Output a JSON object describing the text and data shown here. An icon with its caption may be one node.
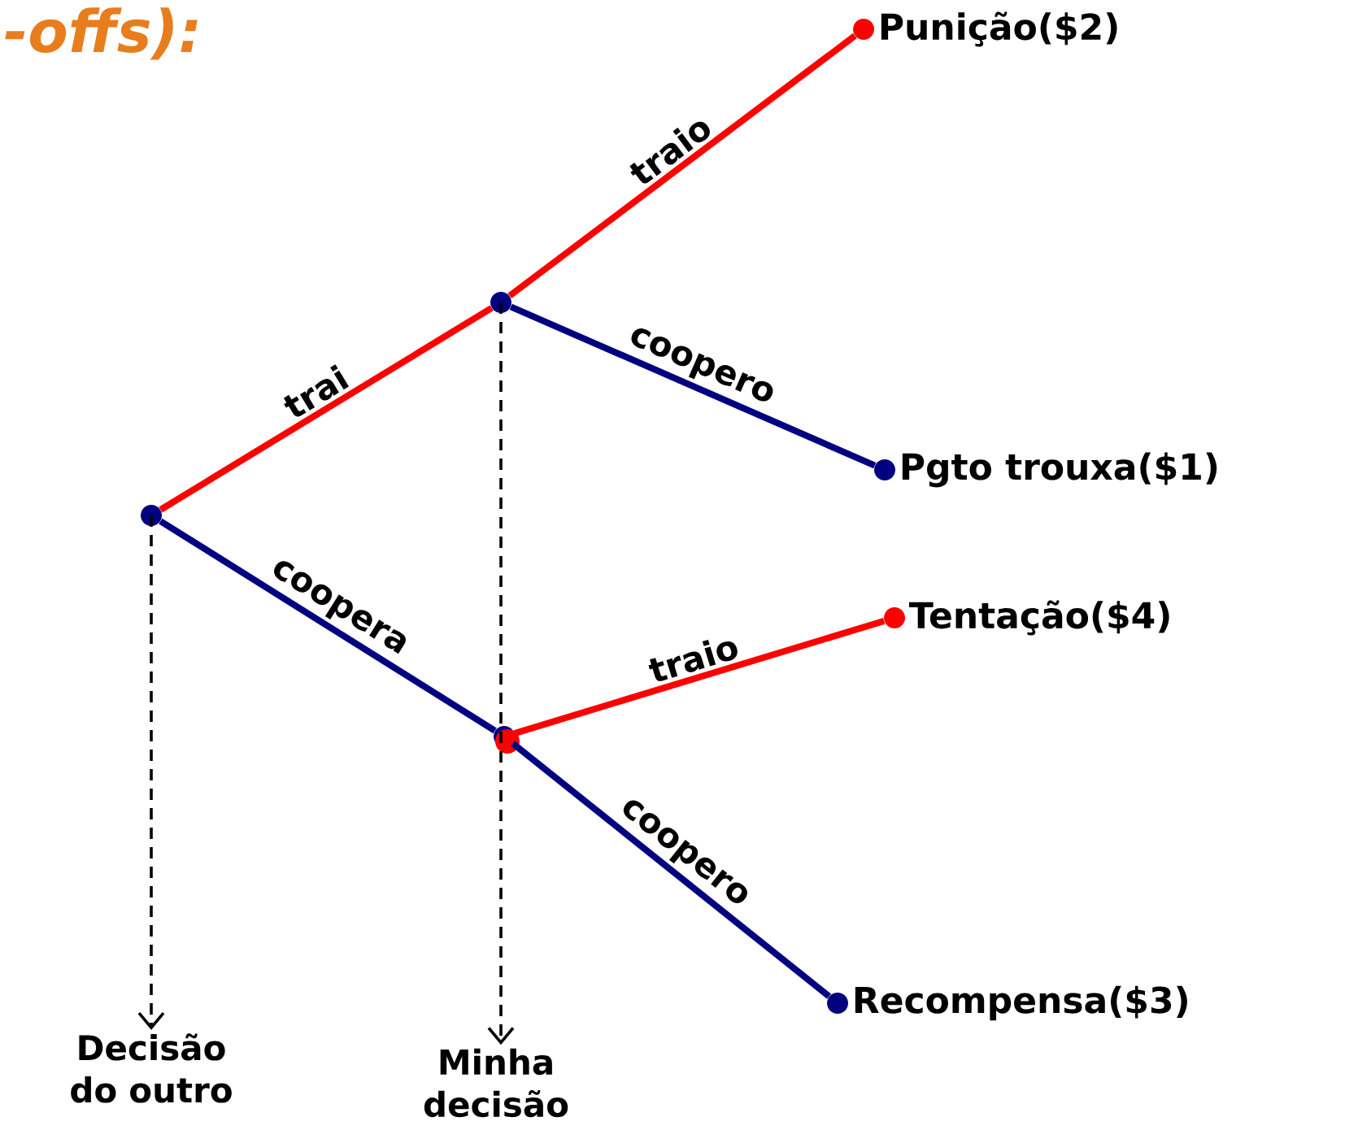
{
  "diagram": {
    "title": "-offs):",
    "nodes": [
      {
        "text": [],
        "shape": "circle"
      },
      {
        "text": [],
        "shape": "circle"
      },
      {
        "text": [],
        "shape": "circle"
      },
      {
        "text": [],
        "shape": "circle",
        "beside": [
          "Punição($2)"
        ]
      },
      {
        "text": [],
        "shape": "circle",
        "beside": [
          "Pgto trouxa($1)"
        ]
      },
      {
        "text": [],
        "shape": "circle",
        "beside": [
          "Tentação($4)"
        ]
      },
      {
        "text": [],
        "shape": "circle",
        "beside": [
          "Recompensa($3)"
        ]
      },
      {
        "text": [
          "Decisão do outro"
        ]
      },
      {
        "text": [
          "Minha decisão"
        ]
      }
    ],
    "edges": [
      {
        "from": 0,
        "to": 1,
        "arrow": "none",
        "label": "trai",
        "color": "#ff0000"
      },
      {
        "from": 0,
        "to": 2,
        "arrow": "none",
        "label": "coopera",
        "color": "#000080"
      },
      {
        "from": 1,
        "to": 3,
        "arrow": "none",
        "label": "traio",
        "color": "#ff0000"
      },
      {
        "from": 1,
        "to": 4,
        "arrow": "none",
        "label": "coopero",
        "color": "#000080"
      },
      {
        "from": 2,
        "to": 5,
        "arrow": "none",
        "label": "traio",
        "color": "#ff0000"
      },
      {
        "from": 2,
        "to": 6,
        "arrow": "none",
        "label": "coopero",
        "color": "#000080"
      },
      {
        "from": 0,
        "to": 7,
        "arrow": "to",
        "style": "dashed",
        "color": "#000000"
      },
      {
        "from": 1,
        "to": 8,
        "arrow": "to",
        "style": "dashed",
        "color": "#000000"
      }
    ]
  }
}
